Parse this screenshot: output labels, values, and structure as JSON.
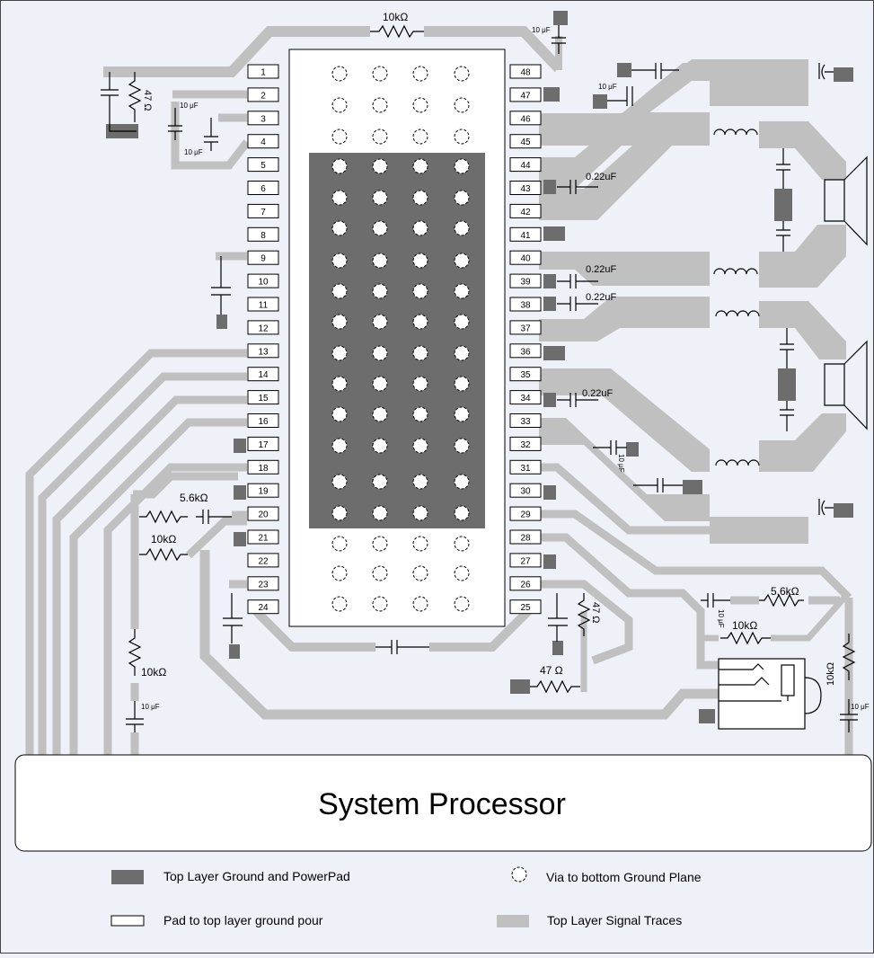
{
  "colors": {
    "background": "#eef1f7",
    "trace": "#c0c0c0",
    "ground": "#6d6d6d",
    "pad_fill": "#ffffff",
    "outline": "#000000"
  },
  "chip": {
    "left_pins": [
      "1",
      "2",
      "3",
      "4",
      "5",
      "6",
      "7",
      "8",
      "9",
      "10",
      "11",
      "12",
      "13",
      "14",
      "15",
      "16",
      "17",
      "18",
      "19",
      "20",
      "21",
      "22",
      "23",
      "24"
    ],
    "right_pins": [
      "48",
      "47",
      "46",
      "45",
      "44",
      "43",
      "42",
      "41",
      "40",
      "39",
      "38",
      "37",
      "36",
      "35",
      "34",
      "33",
      "32",
      "31",
      "30",
      "29",
      "28",
      "27",
      "26",
      "25"
    ]
  },
  "components": {
    "r_top": "10kΩ",
    "c_top": "10 μF",
    "r_47_left": "47 Ω",
    "c_pin2": "10 μF",
    "c_pin4": "10 μF",
    "c_right_top": "10 μF",
    "c_043": "0.22uF",
    "c_039": "0.22uF",
    "c_038": "0.22uF",
    "c_034": "0.22uF",
    "c_032": "10 μF",
    "r_5k6_left": "5.6kΩ",
    "r_10k_left": "10kΩ",
    "r_10k_bottom_left": "10kΩ",
    "c_bottom_left": "10 μF",
    "r_47_vertical": "47 Ω",
    "r_47_bottom": "47 Ω",
    "r_5k6_right": "5.6kΩ",
    "c_right_mid": "10 μF",
    "r_10k_right": "10kΩ",
    "r_10k_vertical_right": "10kΩ",
    "c_bottom_right": "10 μF"
  },
  "processor_label": "System Processor",
  "legend": {
    "ground": "Top Layer Ground and PowerPad",
    "pad": "Pad to top layer ground pour",
    "via": "Via to bottom Ground Plane",
    "trace": "Top Layer Signal Traces"
  }
}
